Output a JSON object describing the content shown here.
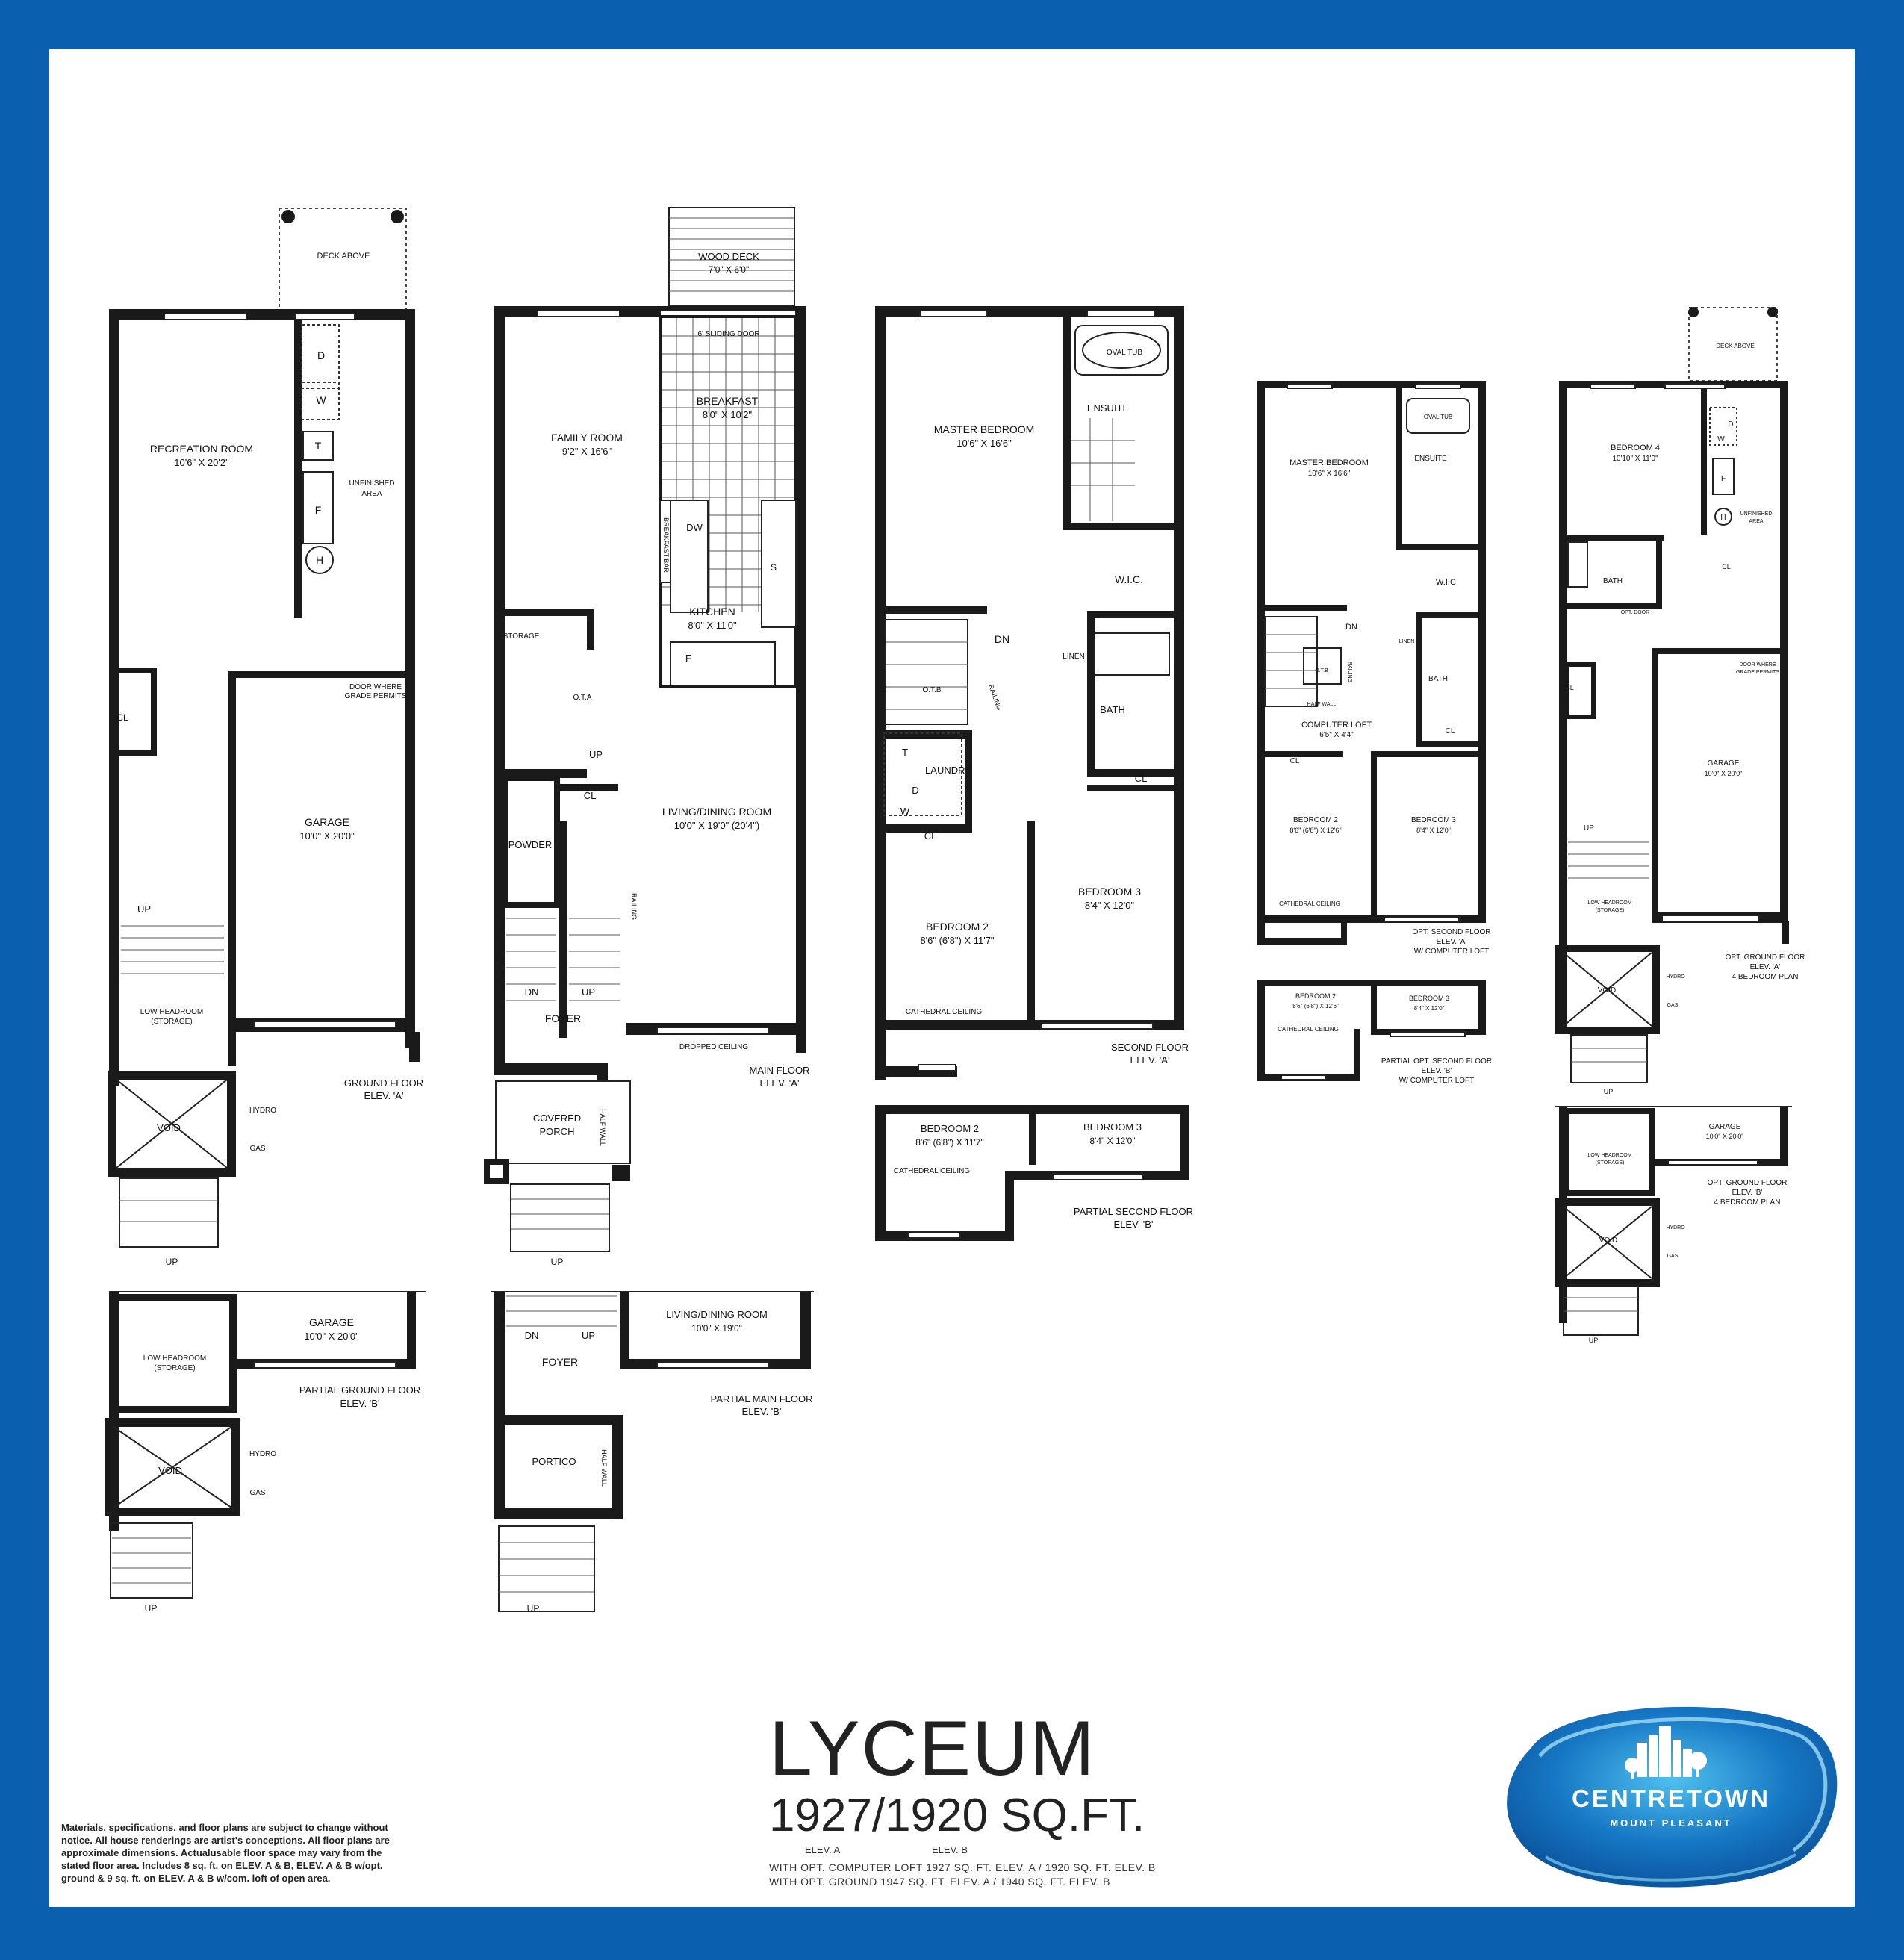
{
  "colors": {
    "frame": "#0a5fae",
    "logo_dark": "#0b5aa8",
    "logo_light": "#49b8e8"
  },
  "brand": {
    "model": "LYCEUM",
    "area": "1927/1920 SQ.FT.",
    "elev_a": "ELEV. A",
    "elev_b": "ELEV. B",
    "note1": "WITH OPT. COMPUTER LOFT 1927 SQ. FT. ELEV. A / 1920 SQ. FT. ELEV. B",
    "note2": "WITH OPT. GROUND 1947 SQ. FT. ELEV. A / 1940 SQ. FT. ELEV. B"
  },
  "logo": {
    "name": "CENTRETOWN",
    "subtitle": "MOUNT PLEASANT",
    "icon": "city-skyline-icon"
  },
  "disclaimer": "Materials, specifications, and floor plans are subject to change without notice. All house renderings are artist's conceptions. All floor plans are approximate dimensions. Actualusable floor space may vary from the stated floor area. Includes 8 sq. ft. on ELEV. A & B, ELEV. A & B w/opt. ground & 9 sq. ft. on ELEV. A & B w/com. loft of open area.",
  "ground_a": {
    "deck_above": "DECK ABOVE",
    "rec_room": "RECREATION ROOM",
    "rec_dim": "10'6\" X 20'2\"",
    "d": "D",
    "w": "W",
    "t": "T",
    "f": "F",
    "h": "H",
    "unfinished1": "UNFINISHED",
    "unfinished2": "AREA",
    "cl": "CL",
    "door1": "DOOR WHERE",
    "door2": "GRADE PERMITS",
    "garage": "GARAGE",
    "garage_dim": "10'0\" X 20'0\"",
    "up": "UP",
    "low1": "LOW HEADROOM",
    "low2": "(STORAGE)",
    "void": "VOID",
    "hydro": "HYDRO",
    "gas": "GAS",
    "title1": "GROUND FLOOR",
    "title2": "ELEV. 'A'",
    "up2": "UP"
  },
  "ground_b": {
    "low1": "LOW HEADROOM",
    "low2": "(STORAGE)",
    "garage": "GARAGE",
    "garage_dim": "10'0\" X 20'0\"",
    "title1": "PARTIAL GROUND FLOOR",
    "title2": "ELEV. 'B'",
    "void": "VOID",
    "hydro": "HYDRO",
    "gas": "GAS",
    "up": "UP"
  },
  "main_a": {
    "wood_deck": "WOOD DECK",
    "wood_deck_dim": "7'0\" X 6'0\"",
    "sliding": "6' SLIDING DOOR",
    "family": "FAMILY ROOM",
    "family_dim": "9'2\" X 16'6\"",
    "breakfast": "BREAKFAST",
    "breakfast_dim": "8'0\" X 10'2\"",
    "dw": "DW",
    "bar": "BREAKFAST BAR",
    "s": "S",
    "kitchen": "KITCHEN",
    "kitchen_dim": "8'0\" X 11'0\"",
    "storage": "STORAGE",
    "f": "F",
    "ota": "O.T.A",
    "up": "UP",
    "cl": "CL",
    "living": "LIVING/DINING ROOM",
    "living_dim": "10'0\" X 19'0\" (20'4\")",
    "powder": "POWDER",
    "railing": "RAILING",
    "dn": "DN",
    "up2": "UP",
    "foyer": "FOYER",
    "dropped": "DROPPED CEILING",
    "title1": "MAIN FLOOR",
    "title2": "ELEV. 'A'",
    "porch1": "COVERED",
    "porch2": "PORCH",
    "half_wall": "HALF WALL",
    "up3": "UP"
  },
  "main_b": {
    "dn": "DN",
    "up": "UP",
    "living": "LIVING/DINING ROOM",
    "living_dim": "10'0\" X 19'0\"",
    "foyer": "FOYER",
    "title1": "PARTIAL MAIN FLOOR",
    "title2": "ELEV. 'B'",
    "portico": "PORTICO",
    "half_wall": "HALF WALL",
    "up2": "UP"
  },
  "second_a": {
    "oval": "OVAL TUB",
    "ensuite": "ENSUITE",
    "master": "MASTER BEDROOM",
    "master_dim": "10'6\" X 16'6\"",
    "wic": "W.I.C.",
    "dn": "DN",
    "linen": "LINEN",
    "otb": "O.T.B",
    "railing": "RAILING",
    "bath": "BATH",
    "t": "T",
    "laundry": "LAUNDRY",
    "d": "D",
    "w": "W",
    "cl1": "CL",
    "cl2": "CL",
    "bed2": "BEDROOM 2",
    "bed2_dim": "8'6\" (6'8\") X 11'7\"",
    "bed3": "BEDROOM 3",
    "bed3_dim": "8'4\" X 12'0\"",
    "cathedral": "CATHEDRAL CEILING",
    "title1": "SECOND FLOOR",
    "title2": "ELEV. 'A'"
  },
  "second_b": {
    "bed2": "BEDROOM 2",
    "bed2_dim": "8'6\" (6'8\") X 11'7\"",
    "bed3": "BEDROOM 3",
    "bed3_dim": "8'4\" X 12'0\"",
    "cathedral": "CATHEDRAL CEILING",
    "title1": "PARTIAL SECOND FLOOR",
    "title2": "ELEV. 'B'"
  },
  "loft_a": {
    "oval": "OVAL TUB",
    "master": "MASTER BEDROOM",
    "master_dim": "10'6\" X 16'6\"",
    "ensuite": "ENSUITE",
    "wic": "W.I.C.",
    "dn": "DN",
    "linen": "LINEN",
    "otb": "O.T.B",
    "railing": "RAILING",
    "half_wall": "HALF WALL",
    "bath": "BATH",
    "loft": "COMPUTER LOFT",
    "loft_dim": "6'5\" X 4'4\"",
    "cl1": "CL",
    "cl2": "CL",
    "bed2": "BEDROOM 2",
    "bed2_dim": "8'6\" (6'8\") X 12'6\"",
    "bed3": "BEDROOM 3",
    "bed3_dim": "8'4\" X 12'0\"",
    "cathedral": "CATHEDRAL CEILING",
    "title1": "OPT. SECOND FLOOR",
    "title2": "ELEV. 'A'",
    "title3": "W/ COMPUTER LOFT"
  },
  "loft_b": {
    "bed2": "BEDROOM 2",
    "bed2_dim": "8'6\" (6'8\") X 12'6\"",
    "bed3": "BEDROOM 3",
    "bed3_dim": "8'4\" X 12'0\"",
    "cathedral": "CATHEDRAL CEILING",
    "title1": "PARTIAL OPT. SECOND FLOOR",
    "title2": "ELEV. 'B'",
    "title3": "W/ COMPUTER LOFT"
  },
  "optground_a": {
    "deck_above": "DECK ABOVE",
    "bed4": "BEDROOM 4",
    "bed4_dim": "10'10\" X 11'0\"",
    "d": "D",
    "w": "W",
    "f": "F",
    "h": "H",
    "unfinished1": "UNFINISHED",
    "unfinished2": "AREA",
    "bath": "BATH",
    "cl1": "CL",
    "opt_door": "OPT. DOOR",
    "cl2": "CL",
    "door1": "DOOR WHERE",
    "door2": "GRADE PERMITS",
    "garage": "GARAGE",
    "garage_dim": "10'0\" X 20'0\"",
    "up": "UP",
    "low1": "LOW HEADROOM",
    "low2": "(STORAGE)",
    "title1": "OPT. GROUND FLOOR",
    "title2": "ELEV. 'A'",
    "title3": "4 BEDROOM PLAN",
    "void": "VOID",
    "hydro": "HYDRO",
    "gas": "GAS",
    "up2": "UP"
  },
  "optground_b": {
    "garage": "GARAGE",
    "garage_dim": "10'0\" X 20'0\"",
    "low1": "LOW HEADROOM",
    "low2": "(STORAGE)",
    "title1": "OPT. GROUND FLOOR",
    "title2": "ELEV. 'B'",
    "title3": "4 BEDROOM PLAN",
    "void": "VOID",
    "hydro": "HYDRO",
    "gas": "GAS",
    "up": "UP"
  }
}
